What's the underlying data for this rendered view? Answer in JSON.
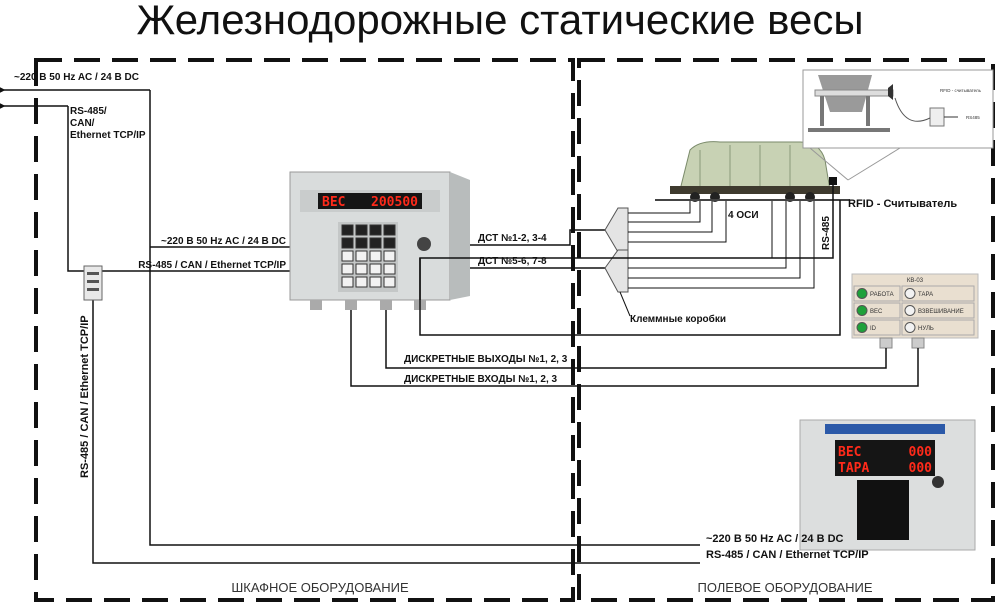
{
  "title": "Железнодорожные статические весы",
  "power_label": "~220 В 50 Hz AC / 24 В DC",
  "interface_label_lines": [
    "RS-485/",
    "CAN/",
    "Ethernet TCP/IP"
  ],
  "terminal_power_label": "~220 В 50 Hz AC / 24 В DC",
  "terminal_interface_label": "RS-485 / CAN / Ethernet TCP/IP",
  "vertical_interface_label": "RS-485 / CAN / Ethernet TCP/IP",
  "dst_1": "ДСТ №1-2, 3-4",
  "dst_2": "ДСТ №5-6, 7-8",
  "junction_boxes": "Клеммные коробки",
  "axles": "4 ОСИ",
  "rfid": "RFID - Считыватель",
  "rs485": "RS-485",
  "discrete_outputs": "ДИСКРЕТНЫЕ ВЫХОДЫ №1, 2, 3",
  "discrete_inputs": "ДИСКРЕТНЫЕ ВХОДЫ №1, 2, 3",
  "bottom_power_label": "~220 В 50 Hz AC / 24 В DC",
  "bottom_interface_label": "RS-485 / CAN / Ethernet TCP/IP",
  "cabinet_section": "ШКАФНОЕ ОБОРУДОВАНИЕ",
  "field_section": "ПОЛЕВОЕ ОБОРУДОВАНИЕ",
  "main_terminal": {
    "display_mode": "ВЕС",
    "display_value": "200500"
  },
  "kb03": {
    "title": "КВ-03",
    "left": [
      "РАБОТА",
      "ВЕС",
      "ID"
    ],
    "right": [
      "ТАРА",
      "ВЗВЕШИВАНИЕ",
      "НУЛЬ"
    ]
  },
  "remote_display": {
    "row1_label": "ВЕС",
    "row1_value": "000",
    "row2_label": "ТАРА",
    "row2_value": "000"
  },
  "inset": {
    "reader_label": "RFID - считыватель",
    "out_label": "RS485"
  },
  "colors": {
    "led_green": "#1fa13a",
    "segment_red": "#ff2a1a"
  }
}
